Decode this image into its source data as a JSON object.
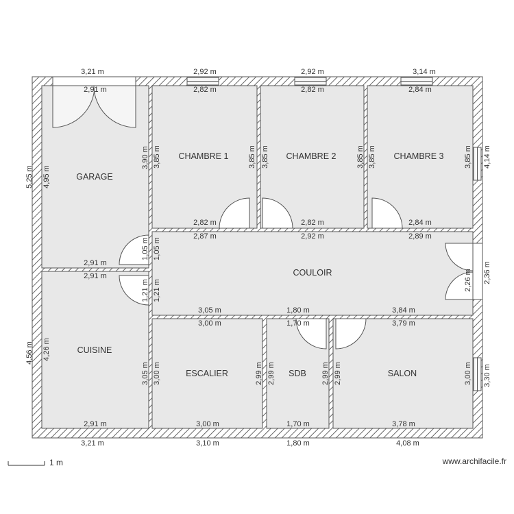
{
  "rooms": {
    "garage": "GARAGE",
    "chambre1": "CHAMBRE 1",
    "chambre2": "CHAMBRE 2",
    "chambre3": "CHAMBRE 3",
    "couloir": "COULOIR",
    "cuisine": "CUISINE",
    "escalier": "ESCALIER",
    "sdb": "SDB",
    "salon": "SALON"
  },
  "dims": {
    "top_outer_1": "3,21 m",
    "top_outer_2": "2,92 m",
    "top_outer_3": "2,92 m",
    "top_outer_4": "3,14 m",
    "garage_top": "2,91 m",
    "ch1_top": "2,82 m",
    "ch2_top": "2,82 m",
    "ch3_top": "2,84 m",
    "left_outer_upper": "5,25 m",
    "left_outer_lower": "4,56 m",
    "right_outer_upper": "4,14 m",
    "right_outer_mid": "2,36 m",
    "right_outer_lower": "3,30 m",
    "garage_left": "4,95 m",
    "garage_right": "3,90 m",
    "ch1_left": "3,85 m",
    "ch1_right": "3,85 m",
    "ch2_left": "3,85 m",
    "ch2_right": "3,85 m",
    "ch3_left": "3,85 m",
    "ch3_right": "3,85 m",
    "ch1_bottom": "2,82 m",
    "ch2_bottom": "2,82 m",
    "ch3_bottom": "2,84 m",
    "cor_top_1": "2,87 m",
    "cor_top_2": "2,92 m",
    "cor_top_3": "2,89 m",
    "cor_left_a": "1,05 m",
    "cor_left_b": "1,05 m",
    "cor_left_c": "1,21 m",
    "cor_left_d": "1,21 m",
    "cor_right": "2,26 m",
    "garage_bottom": "2,91 m",
    "cuisine_top": "2,91 m",
    "cor_bottom_1": "3,05 m",
    "cor_bottom_2": "1,80 m",
    "cor_bottom_3": "3,84 m",
    "esc_top": "3,00 m",
    "sdb_top": "1,70 m",
    "salon_top": "3,79 m",
    "cuisine_left": "4,26 m",
    "cuisine_right": "3,05 m",
    "esc_left": "3,00 m",
    "esc_right": "2,99 m",
    "sdb_left": "2,99 m",
    "sdb_right": "2,99 m",
    "salon_left": "2,99 m",
    "salon_right": "3,00 m",
    "cuisine_bottom": "2,91 m",
    "esc_bottom": "3,00 m",
    "sdb_bottom": "1,70 m",
    "salon_bottom": "3,78 m",
    "bottom_outer_1": "3,21 m",
    "bottom_outer_2": "3,10 m",
    "bottom_outer_3": "1,80 m",
    "bottom_outer_4": "4,08 m"
  },
  "scale_label": "1 m",
  "credit": "www.archifacile.fr",
  "colors": {
    "wall_stroke": "#555555",
    "hatch": "#666666",
    "room_fill": "#e8e8e8",
    "window_fill": "#f2f2f2"
  }
}
